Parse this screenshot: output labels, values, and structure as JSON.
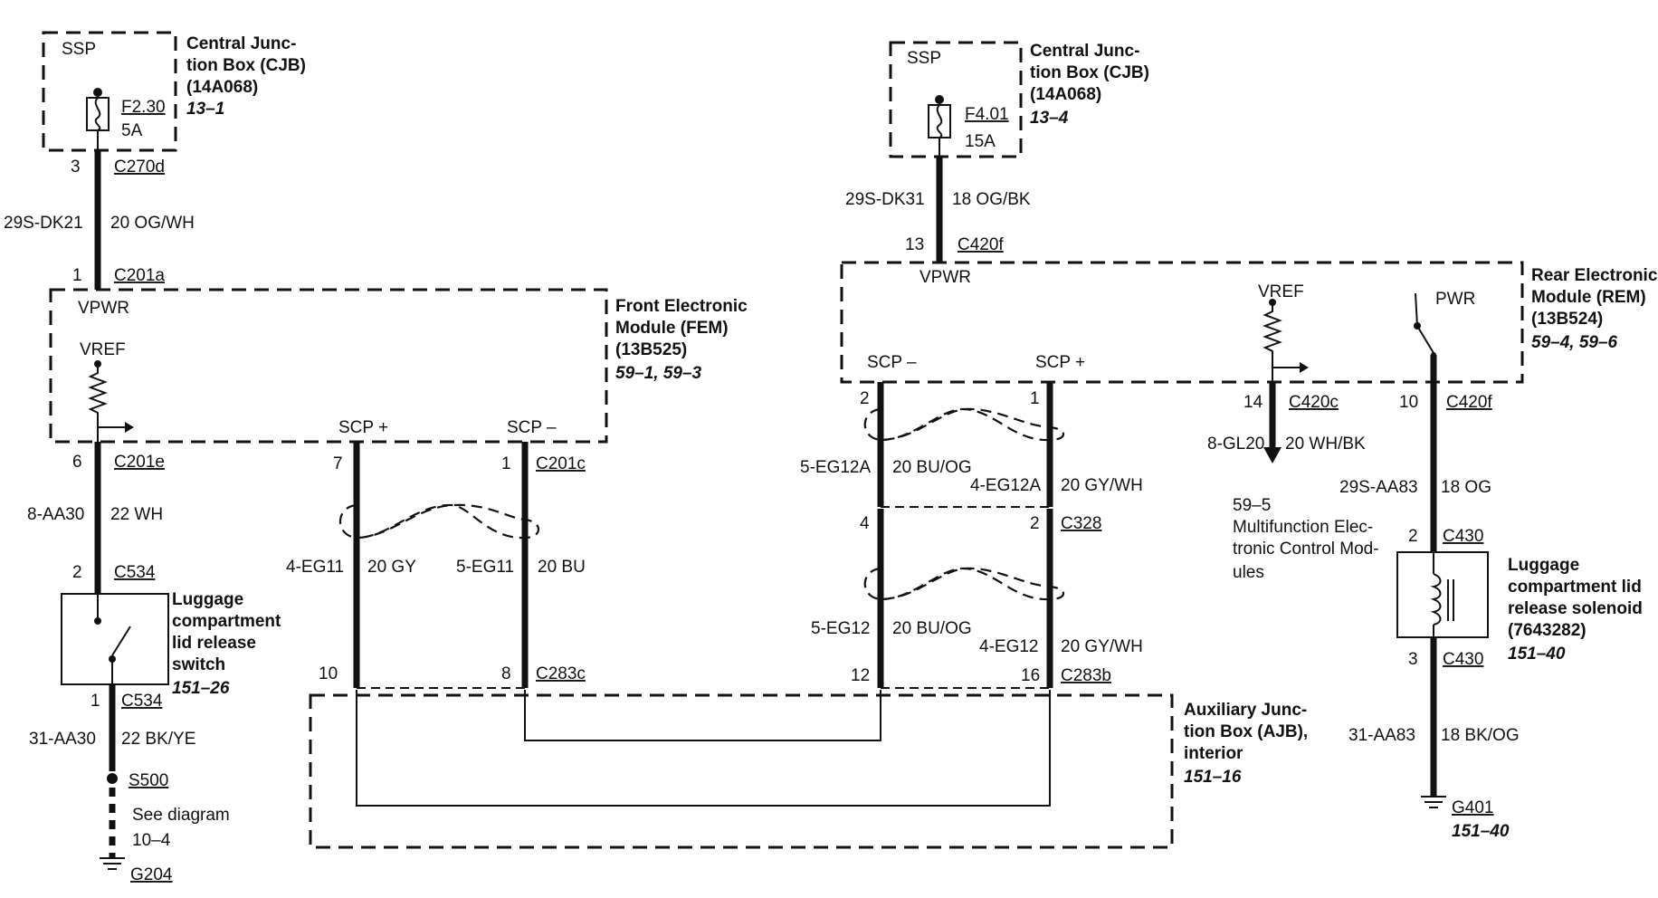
{
  "left_circuit": {
    "ssp": "SSP",
    "cjb": {
      "line1": "Central Junc-",
      "line2": "tion Box (CJB)",
      "part": "(14A068)",
      "ref": "13–1"
    },
    "fuse": {
      "id": "F2.30",
      "rating": "5A"
    },
    "pin_3": "3",
    "conn_c270d": "C270d",
    "wire_dk21": {
      "circuit": "29S-DK21",
      "gauge": "20 OG/WH"
    },
    "pin_1": "1",
    "conn_c201a": "C201a",
    "vpwr": "VPWR",
    "vref": "VREF",
    "fem": {
      "line1": "Front Electronic",
      "line2": "Module (FEM)",
      "part": "(13B525)",
      "ref": "59–1, 59–3"
    },
    "pin_6": "6",
    "conn_c201e": "C201e",
    "wire_aa30": {
      "circuit": "8-AA30",
      "gauge": "22 WH"
    },
    "pin_2": "2",
    "conn_c534_top": "C534",
    "switch": {
      "line1": "Luggage",
      "line2": "compartment",
      "line3": "lid release",
      "line4": "switch",
      "ref": "151–26"
    },
    "pin_1b": "1",
    "conn_c534_bot": "C534",
    "wire_31aa30": {
      "circuit": "31-AA30",
      "gauge": "22 BK/YE"
    },
    "splice": "S500",
    "see_diagram_1": "See diagram",
    "see_diagram_2": "10–4",
    "ground": "G204"
  },
  "fem_scp": {
    "scp_plus": "SCP +",
    "scp_minus": "SCP –",
    "pin_7": "7",
    "pin_1": "1",
    "conn_c201c": "C201c",
    "wire_eg11_4": {
      "circuit": "4-EG11",
      "gauge": "20 GY"
    },
    "wire_eg11_5": {
      "circuit": "5-EG11",
      "gauge": "20 BU"
    },
    "pin_10": "10",
    "pin_8": "8",
    "conn_c283c": "C283c"
  },
  "ajb": {
    "line1": "Auxiliary Junc-",
    "line2": "tion Box (AJB),",
    "line3": "interior",
    "ref": "151–16"
  },
  "right_circuit": {
    "ssp": "SSP",
    "cjb": {
      "line1": "Central Junc-",
      "line2": "tion Box (CJB)",
      "part": "(14A068)",
      "ref": "13–4"
    },
    "fuse": {
      "id": "F4.01",
      "rating": "15A"
    },
    "wire_dk31": {
      "circuit": "29S-DK31",
      "gauge": "18 OG/BK"
    },
    "pin_13": "13",
    "conn_c420f": "C420f",
    "vpwr": "VPWR",
    "vref": "VREF",
    "pwr": "PWR",
    "rem": {
      "line1": "Rear Electronic",
      "line2": "Module (REM)",
      "part": "(13B524)",
      "ref": "59–4, 59–6"
    },
    "scp_minus": "SCP –",
    "scp_plus": "SCP +",
    "pin_2": "2",
    "pin_1": "1",
    "wire_eg12a_5": {
      "circuit": "5-EG12A",
      "gauge": "20 BU/OG"
    },
    "wire_eg12a_4": {
      "circuit": "4-EG12A",
      "gauge": "20 GY/WH"
    },
    "pin_4": "4",
    "pin_2b": "2",
    "conn_c328": "C328",
    "wire_eg12_5": {
      "circuit": "5-EG12",
      "gauge": "20 BU/OG"
    },
    "wire_eg12_4": {
      "circuit": "4-EG12",
      "gauge": "20 GY/WH"
    },
    "pin_12": "12",
    "pin_16": "16",
    "conn_c283b": "C283b",
    "pin_14": "14",
    "conn_c420c": "C420c",
    "wire_gl20": {
      "circuit": "8-GL20",
      "gauge": "20 WH/BK"
    },
    "mecm": {
      "ref": "59–5",
      "line1": "Multifunction Elec-",
      "line2": "tronic Control Mod-",
      "line3": "ules"
    },
    "pin_10": "10",
    "conn_c420f_b": "C420f",
    "wire_aa83": {
      "circuit": "29S-AA83",
      "gauge": "18 OG"
    },
    "pin_2c": "2",
    "conn_c430_top": "C430",
    "solenoid": {
      "line1": "Luggage",
      "line2": "compartment lid",
      "line3": "release solenoid",
      "part": "(7643282)",
      "ref": "151–40"
    },
    "pin_3": "3",
    "conn_c430_bot": "C430",
    "wire_31aa83": {
      "circuit": "31-AA83",
      "gauge": "18 BK/OG"
    },
    "ground": "G401",
    "ground_ref": "151–40"
  }
}
